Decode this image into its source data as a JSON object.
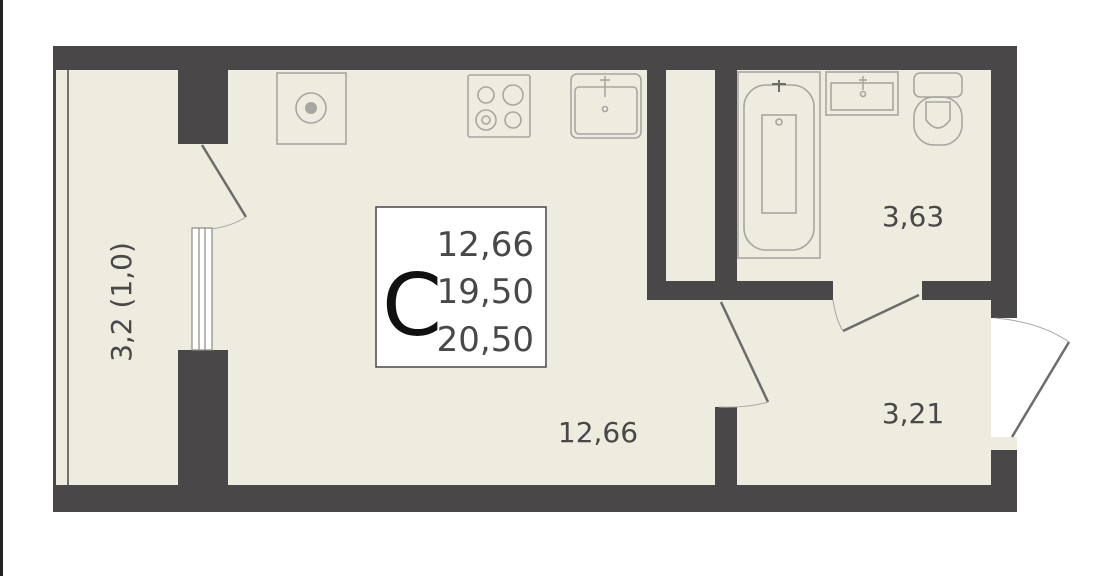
{
  "plan": {
    "apartment_type": "С",
    "areas": {
      "living": "12,66",
      "total": "19,50",
      "total_with_balcony": "20,50"
    },
    "rooms": {
      "main_room": "12,66",
      "bathroom": "3,63",
      "hallway": "3,21",
      "balcony": "3,2 (1,0)"
    },
    "colors": {
      "wall": "#4a4748",
      "floor": "#eeebdf",
      "fixture": "#a8a6a0"
    }
  }
}
